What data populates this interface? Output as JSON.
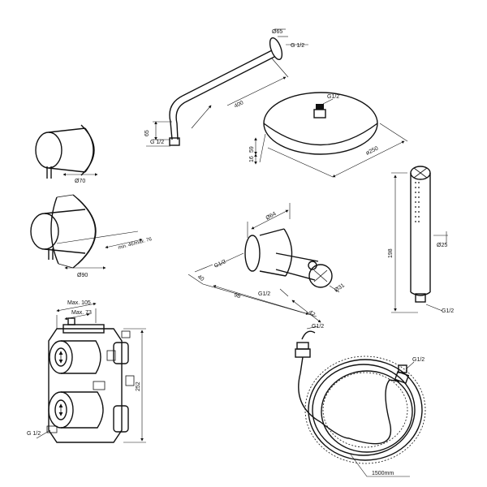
{
  "shower_arm": {
    "dia": "Ø65",
    "thread_top": "G 1/2",
    "length": "400",
    "drop": "65",
    "thread_bottom": "G 1/2"
  },
  "head": {
    "thread": "G1/2",
    "dia": "ø250",
    "h1": "59",
    "h2": "16"
  },
  "valve_small": {
    "dia": "Ø70"
  },
  "valve_large": {
    "dia": "Ø90",
    "depth": "min. 46/max. 76"
  },
  "elbow": {
    "dia": "Ø64",
    "thread_left": "G1/2",
    "thread_bottom": "G1/2",
    "w40": "40",
    "w98": "98",
    "w42": "42",
    "dia31": "Ø31"
  },
  "handshower": {
    "length": "198",
    "dia": "Ø25",
    "thread": "G1/2"
  },
  "box": {
    "max105": "Max. 105",
    "max73": "Max. 73",
    "height": "252",
    "thread": "G 1/2"
  },
  "hose": {
    "thread_top": "G1/2",
    "thread_right": "G1/2",
    "length": "1500mm"
  }
}
